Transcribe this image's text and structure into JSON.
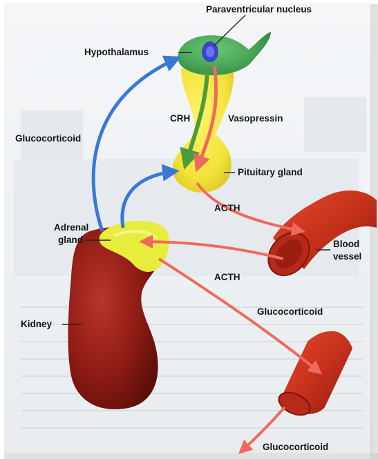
{
  "labels": {
    "paraventricular_nucleus": "Paraventricular nucleus",
    "hypothalamus": "Hypothalamus",
    "crh": "CRH",
    "vasopressin": "Vasopressin",
    "glucocorticoid_feedback": "Glucocorticoid",
    "pituitary_gland": "Pituitary gland",
    "acth_upper": "ACTH",
    "adrenal_gland_line1": "Adrenal",
    "adrenal_gland_line2": "gland",
    "blood_vessel_line1": "Blood",
    "blood_vessel_line2": "vessel",
    "acth_lower": "ACTH",
    "glucocorticoid_middle": "Glucocorticoid",
    "kidney": "Kidney",
    "glucocorticoid_bottom": "Glucocorticoid"
  },
  "colors": {
    "hypothalamus": "#4caa5a",
    "nucleus": "#3b46c9",
    "pituitary": "#f2e23a",
    "kidney": "#8e1b14",
    "adrenal": "#e8ec3c",
    "vessel": "#c8321c",
    "arrow_red": "#ef6a5c",
    "arrow_blue": "#3a78d4",
    "arrow_green": "#4f9b3c",
    "background_text": "#b9c3cc"
  }
}
